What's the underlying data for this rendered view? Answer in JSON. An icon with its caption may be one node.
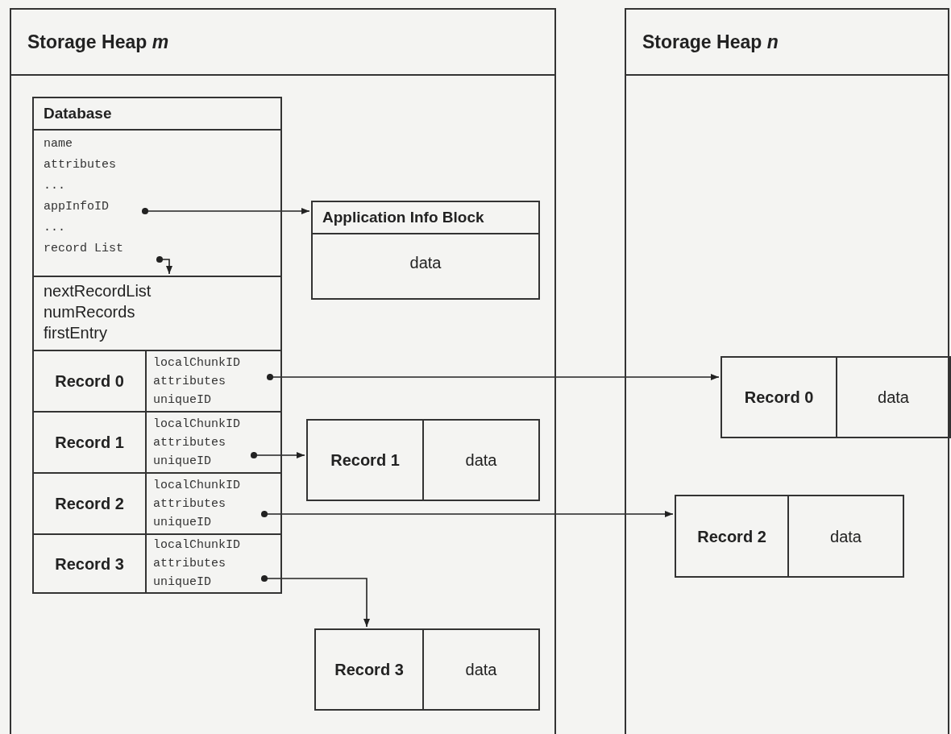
{
  "diagram": {
    "nodes": [
      {
        "text": [
          "Storage Heap *m*"
        ]
      },
      {
        "text": [
          "Database",
          "name",
          "attributes",
          "...",
          "appInfoID",
          "...",
          "record List"
        ],
        "in": 0
      },
      {
        "text": [
          "nextRecordList",
          "numRecords",
          "firstEntry"
        ],
        "in": 0
      },
      {
        "text": [
          "Record 0",
          "localChunkID",
          "attributes",
          "uniqueID"
        ],
        "in": 0
      },
      {
        "text": [
          "Record 1",
          "localChunkID",
          "attributes",
          "uniqueID"
        ],
        "in": 0
      },
      {
        "text": [
          "Record 2",
          "localChunkID",
          "attributes",
          "uniqueID"
        ],
        "in": 0
      },
      {
        "text": [
          "Record 3",
          "localChunkID",
          "attributes",
          "uniqueID"
        ],
        "in": 0
      },
      {
        "text": [
          "Application Info Block",
          "data"
        ],
        "in": 0
      },
      {
        "text": [
          "Record 1",
          "data"
        ],
        "in": 0
      },
      {
        "text": [
          "Record 3",
          "data"
        ],
        "in": 0
      },
      {
        "text": [
          "Storage Heap *n*"
        ]
      },
      {
        "text": [
          "Record 0",
          "data"
        ],
        "in": 10
      },
      {
        "text": [
          "Record 2",
          "data"
        ],
        "in": 10
      }
    ],
    "edges": [
      {
        "from": 1,
        "to": 7,
        "arrow": "to"
      },
      {
        "from": 1,
        "to": 2,
        "arrow": "to"
      },
      {
        "from": 3,
        "to": 11,
        "arrow": "to"
      },
      {
        "from": 4,
        "to": 8,
        "arrow": "to"
      },
      {
        "from": 5,
        "to": 12,
        "arrow": "to"
      },
      {
        "from": 6,
        "to": 9,
        "arrow": "to"
      }
    ]
  }
}
